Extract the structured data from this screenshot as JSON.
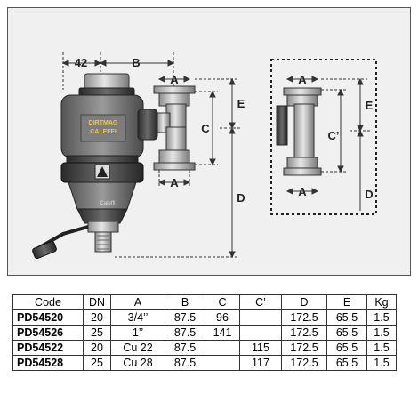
{
  "drawing": {
    "dimension_labels": {
      "offset": "42",
      "b": "B",
      "a_top": "A",
      "a_bottom": "A",
      "c": "C",
      "e": "E",
      "d": "D",
      "a_top_alt": "A",
      "a_bottom_alt": "A",
      "c_prime": "C’",
      "e_alt": "E",
      "d_alt": "D"
    },
    "label_brand": "CALEFFI",
    "label_product": "DIRTMAG",
    "label_small": "Caleffi"
  },
  "spec_table": {
    "headers": [
      "Code",
      "DN",
      "A",
      "B",
      "C",
      "C’",
      "D",
      "E",
      "Kg"
    ],
    "rows": [
      [
        "PD54520",
        "20",
        "3/4’’",
        "87.5",
        "96",
        "",
        "172.5",
        "65.5",
        "1.5"
      ],
      [
        "PD54526",
        "25",
        "1’’",
        "87.5",
        "141",
        "",
        "172.5",
        "65.5",
        "1.5"
      ],
      [
        "PD54522",
        "20",
        "Cu 22",
        "87.5",
        "",
        "115",
        "172.5",
        "65.5",
        "1.5"
      ],
      [
        "PD54528",
        "25",
        "Cu 28",
        "87.5",
        "",
        "117",
        "172.5",
        "65.5",
        "1.5"
      ]
    ]
  }
}
